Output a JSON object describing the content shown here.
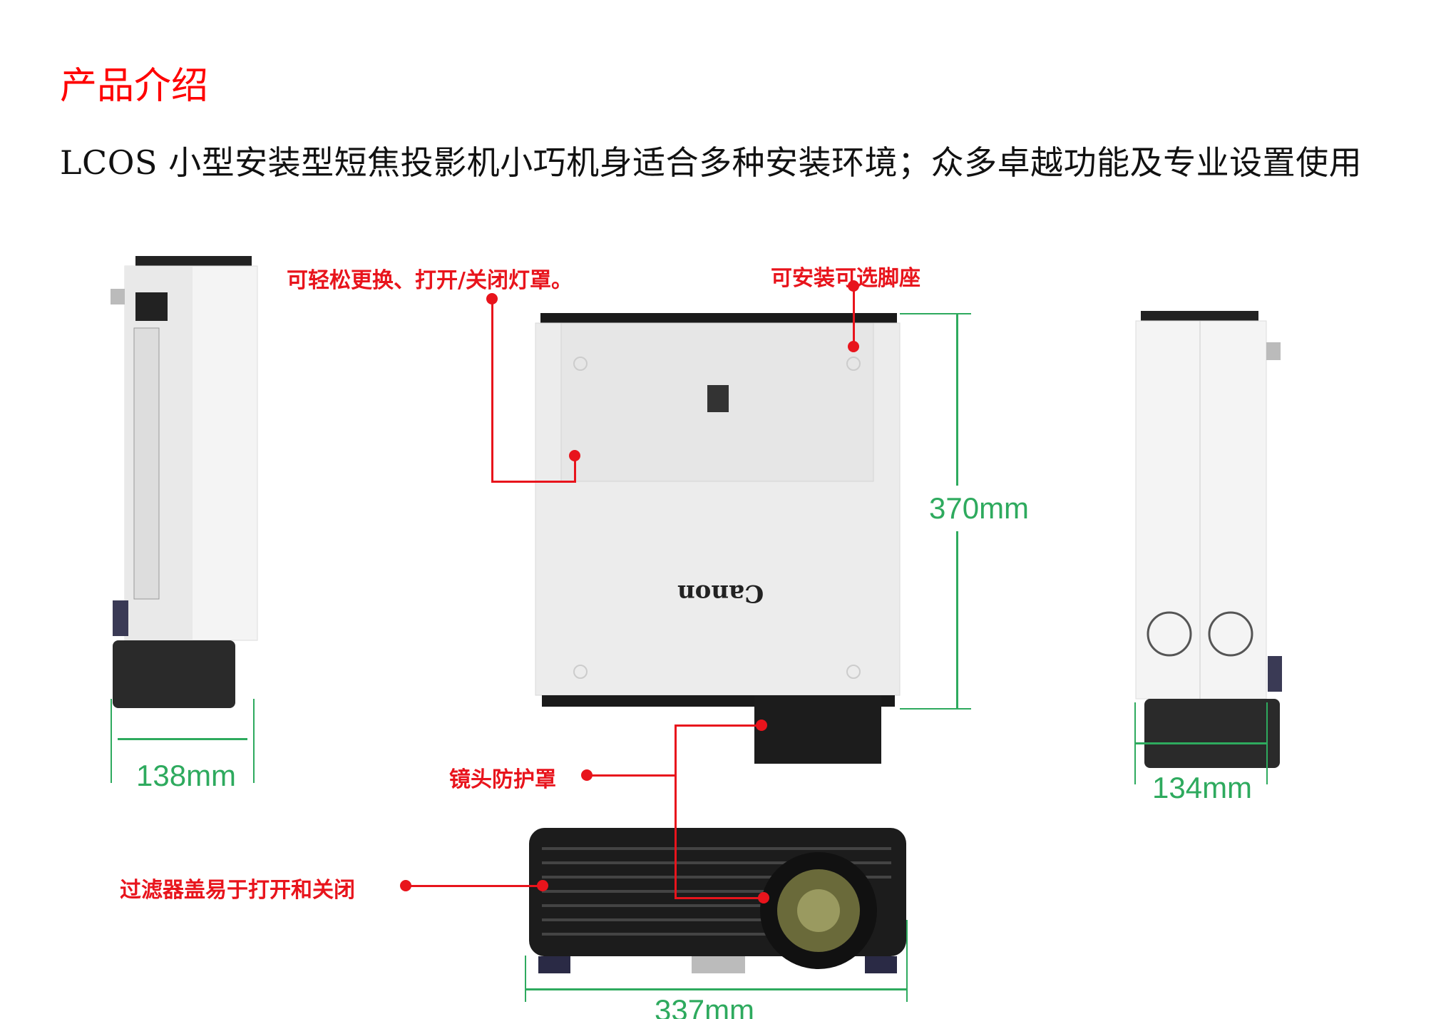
{
  "section_title": "产品介绍",
  "description": "LCOS 小型安装型短焦投影机小巧机身适合多种安装环境；众多卓越功能及专业设置使用",
  "figure": {
    "callouts": {
      "lamp_cover": "可轻松更换、打开/关闭灯罩。",
      "optional_foot": "可安装可选脚座",
      "lens_cover": "镜头防护罩",
      "filter_cover": "过滤器盖易于打开和关闭"
    },
    "dimensions": {
      "left_width": "138mm",
      "depth": "370mm",
      "right_width": "134mm",
      "front_width": "337mm"
    },
    "brand_logo": "Canon",
    "colors": {
      "callout": "#e8141c",
      "dimension": "#2eaa5e",
      "title": "#ff0000"
    }
  }
}
